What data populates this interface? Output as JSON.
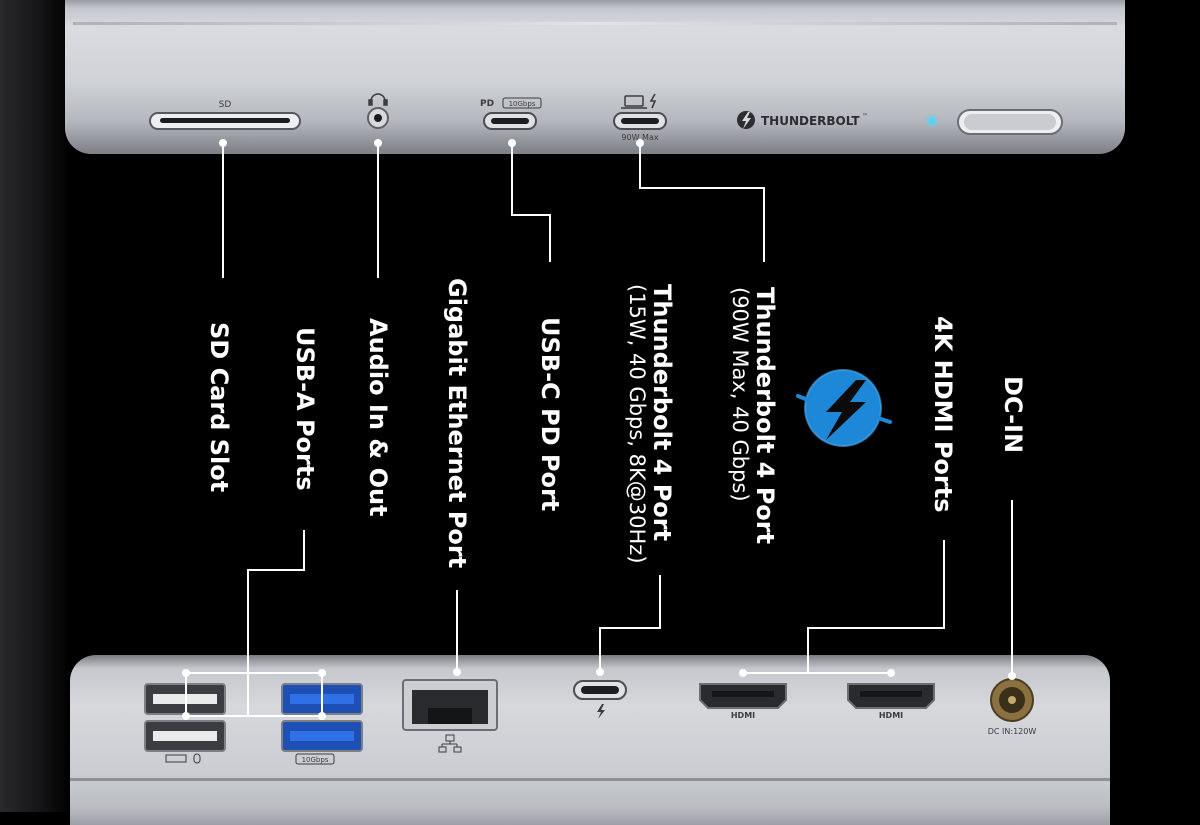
{
  "top_dock": {
    "sd_slot_label": "SD",
    "pd_port_label": "PD",
    "pd_speed_badge": "10Gbps",
    "tb_port_rating": "90W Max",
    "brand_wordmark": "THUNDERBOLT",
    "brand_trademark": "™"
  },
  "bottom_dock": {
    "usb_speed_badge": "10Gbps",
    "hdmi_1_label": "HDMI",
    "hdmi_2_label": "HDMI",
    "dc_in_rating": "DC IN:120W"
  },
  "callouts": {
    "sd_card_slot": "SD Card Slot",
    "usb_a_ports": "USB-A Ports",
    "audio": "Audio In & Out",
    "ethernet": "Gigabit Ethernet Port",
    "usb_c_pd": "USB-C PD Port",
    "tb4_bottom_title": "Thunderbolt 4 Port",
    "tb4_bottom_specs": "(15W, 40 Gbps, 8K@30Hz)",
    "tb4_top_title": "Thunderbolt 4 Port",
    "tb4_top_specs": "(90W Max, 40 Gbps)",
    "hdmi": "4K HDMI Ports",
    "dc_in": "DC-IN"
  },
  "icons": {
    "thunderbolt_logo": "thunderbolt-logo-icon",
    "headset": "headset-icon",
    "laptop_bolt": "laptop-bolt-icon",
    "ethernet": "ethernet-network-icon"
  },
  "colors": {
    "thunderbolt_blue": "#1e88d8",
    "status_led": "#4fd6ff",
    "background": "#000000",
    "callout_line": "#ffffff"
  }
}
